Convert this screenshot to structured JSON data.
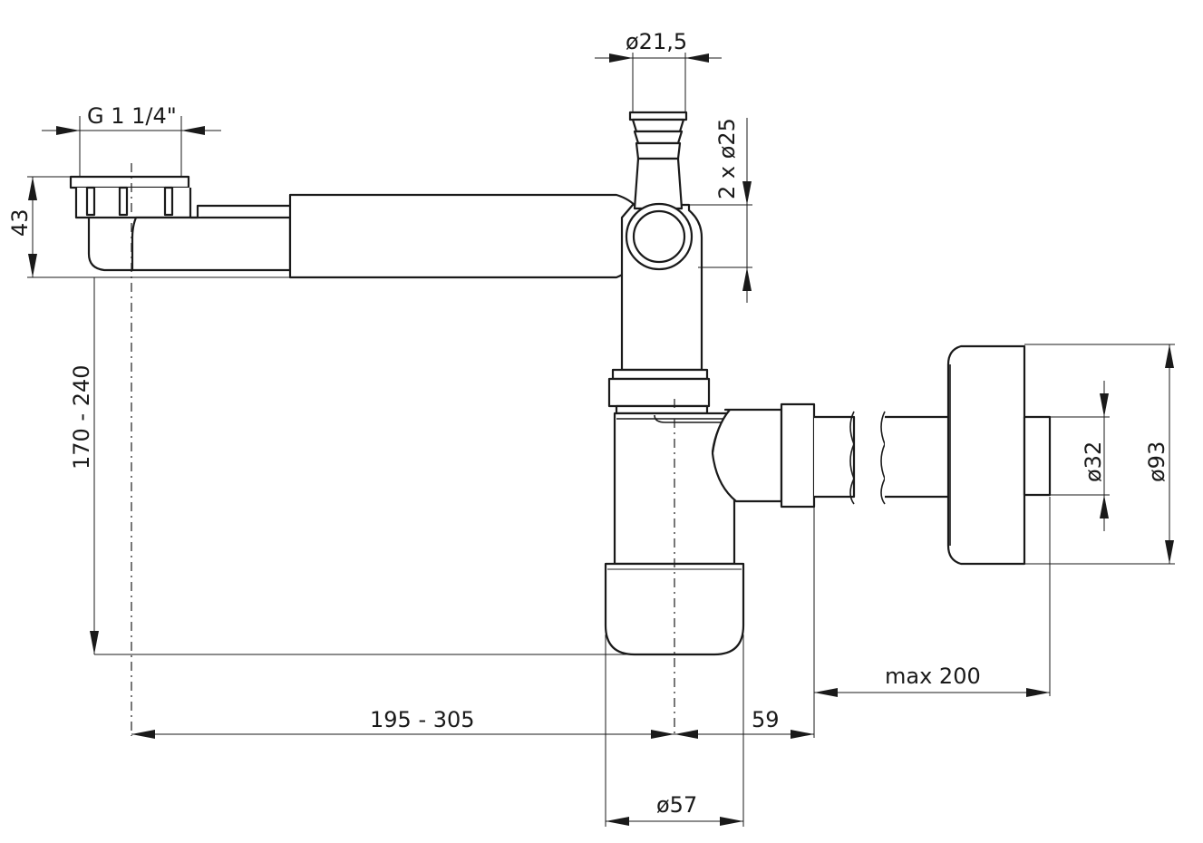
{
  "dimensions": {
    "thread": "G 1 1/4\"",
    "height_top": "43",
    "height_range": "170 - 240",
    "width_range": "195 - 305",
    "offset": "59",
    "trap_dia": "ø57",
    "nozzle_dia": "ø21,5",
    "nozzle_count": "2 x ø25",
    "outlet_dia": "ø32",
    "wall_dia": "ø93",
    "wall_max": "max 200"
  }
}
